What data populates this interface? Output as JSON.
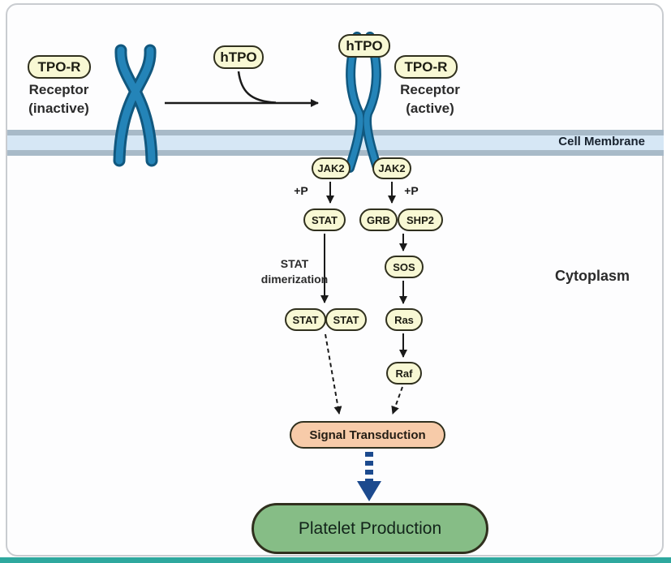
{
  "diagram": {
    "labels": {
      "tpo_r_inactive": "TPO-R",
      "receptor_inactive_line1": "Receptor",
      "receptor_inactive_line2": "(inactive)",
      "htpo_free": "hTPO",
      "htpo_bound": "hTPO",
      "tpo_r_active": "TPO-R",
      "receptor_active_line1": "Receptor",
      "receptor_active_line2": "(active)",
      "cell_membrane": "Cell Membrane",
      "jak2_left": "JAK2",
      "jak2_right": "JAK2",
      "phospho_left": "+P",
      "phospho_right": "+P",
      "stat": "STAT",
      "grb": "GRB",
      "shp2": "SHP2",
      "sos": "SOS",
      "stat_dimerization_line1": "STAT",
      "stat_dimerization_line2": "dimerization",
      "stat_dimer_left": "STAT",
      "stat_dimer_right": "STAT",
      "ras": "Ras",
      "raf": "Raf",
      "cytoplasm": "Cytoplasm",
      "signal_transduction": "Signal Transduction",
      "platelet_production": "Platelet Production"
    },
    "colors": {
      "pill_fill": "#f8f8d4",
      "pill_border": "#30301e",
      "receptor_blue": "#2484b8",
      "receptor_blue_dark": "#11587f",
      "membrane_mid": "#d6e7f5",
      "membrane_edge": "#a8bac8",
      "signal_fill": "#f7cba9",
      "platelet_fill": "#86bd86",
      "arrow_black": "#1a1a1a",
      "arrow_blue": "#1c4a8e",
      "bottom_strip": "#2ea89e"
    }
  }
}
